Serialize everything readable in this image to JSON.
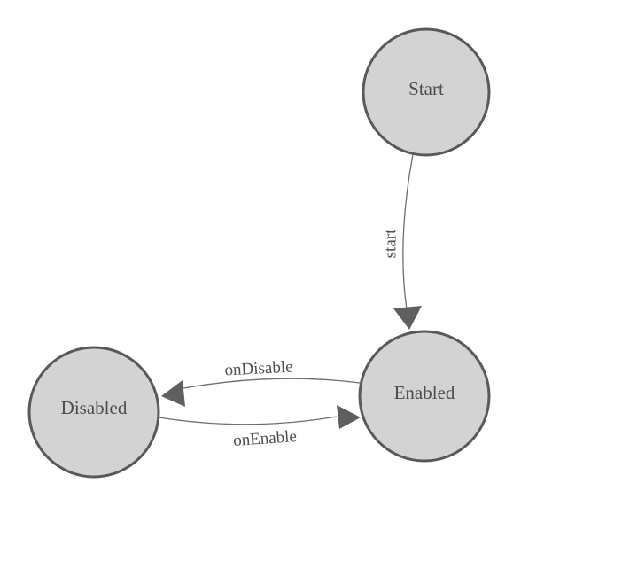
{
  "diagram": {
    "type": "state-machine",
    "colors": {
      "canvas_bg": "#ffffff",
      "node_fill": "#d3d3d3",
      "node_stroke": "#595959",
      "edge_color": "#6e6e6e",
      "arrow_color": "#5f5f5f",
      "label_color": "#4d4d4d"
    },
    "nodes": [
      {
        "id": "start",
        "label": "Start"
      },
      {
        "id": "enabled",
        "label": "Enabled"
      },
      {
        "id": "disabled",
        "label": "Disabled"
      }
    ],
    "edges": [
      {
        "id": "start_to_enabled",
        "label": "start",
        "from": "Start",
        "to": "Enabled"
      },
      {
        "id": "enabled_to_disabled",
        "label": "onDisable",
        "from": "Enabled",
        "to": "Disabled"
      },
      {
        "id": "disabled_to_enabled",
        "label": "onEnable",
        "from": "Disabled",
        "to": "Enabled"
      }
    ]
  }
}
